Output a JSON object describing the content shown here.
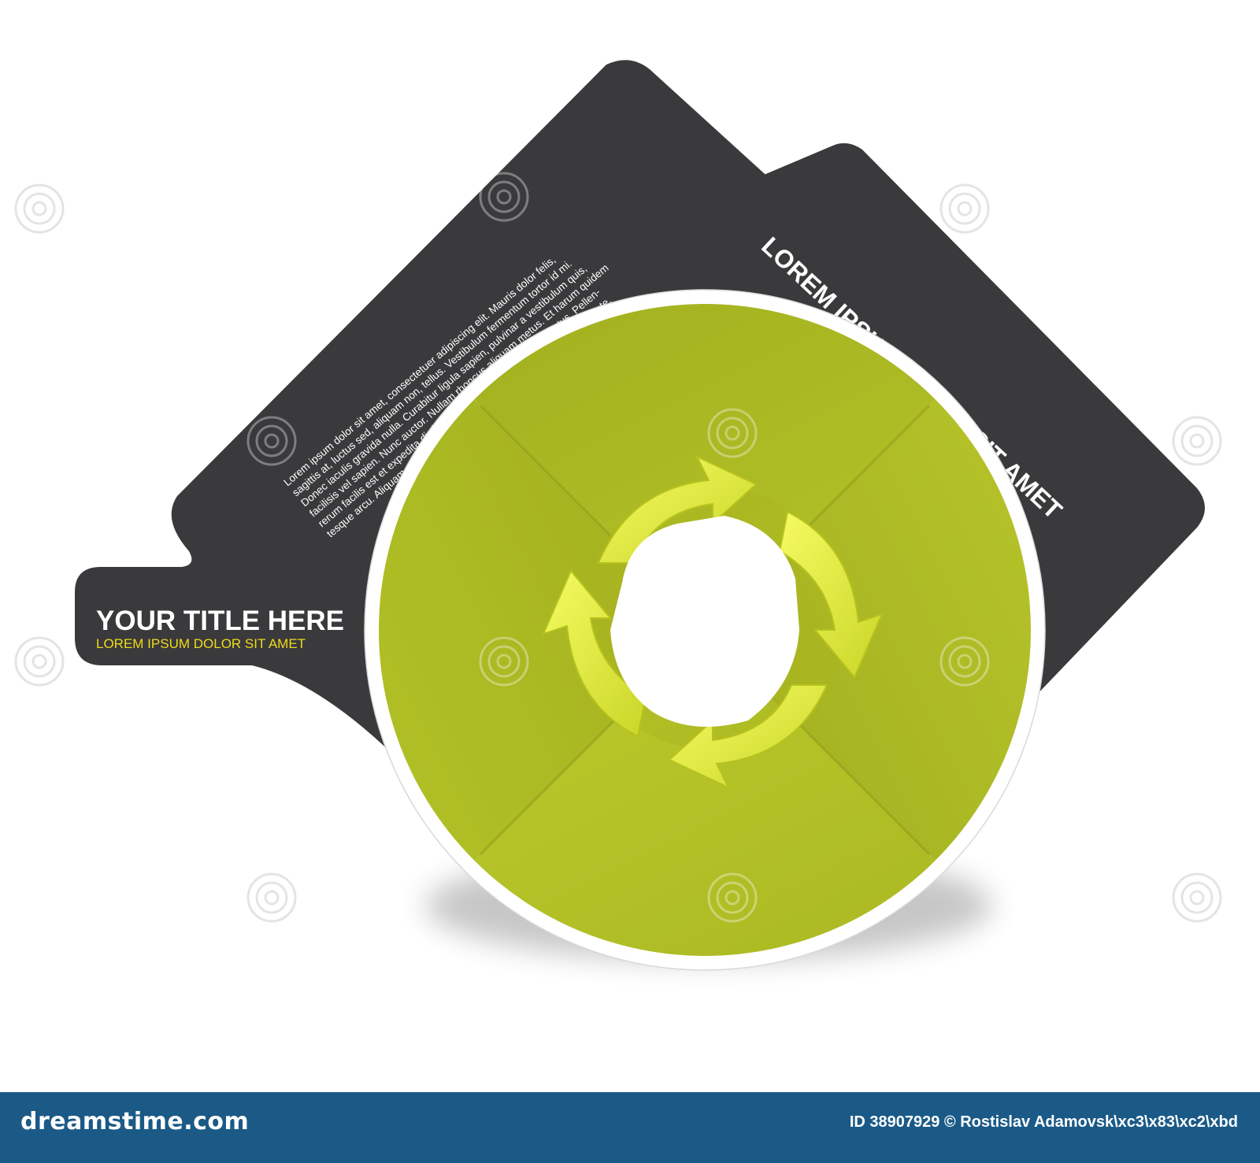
{
  "infographic": {
    "title": "YOUR TITLE HERE",
    "subtitle": "LOREM IPSUM DOLOR SIT AMET",
    "right_banner_text": "LOREM IPSUM DOLOR SIT AMET",
    "body_lines": [
      "Lorem ipsum dolor sit amet, consectetuer adipiscing elit. Mauris dolor felis,",
      "sagittis at, luctus sed, aliquam non, tellus. Vestibulum fermentum tortor id mi.",
      "Donec iaculis gravida nulla. Curabitur ligula sapien, pulvinar a vestibulum quis,",
      "facilisis vel sapien. Nunc auctor. Nullam rhoncus aliquam metus. Et harum quidem",
      "rerum facilis est et expedita distinctio. Nullam rhoncus aliquam metus. Pellen-",
      "tesque arcu. Aliquam erat volutpat. Nullam feugiat, turpis at pulvinar vulputate."
    ],
    "colors": {
      "panel": "#3a3a3c",
      "accent_green": "#b4c21e",
      "subtitle_yellow": "#f0dc1a"
    },
    "center_icon": "cycle-arrows-icon"
  },
  "watermark": {
    "text": "dreamstime",
    "icon": "spiral-logo-icon"
  },
  "footer": {
    "brand": "dreamstime.com",
    "stock_id": "ID 38907929 © Rostislav Adamovsk\\xc3\\x83\\xc2\\xbd"
  }
}
